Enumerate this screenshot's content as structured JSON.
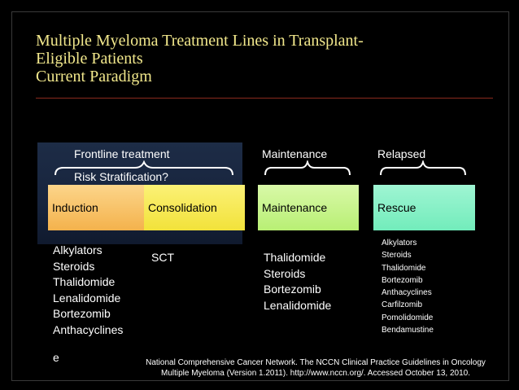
{
  "title": {
    "line1": "Multiple Myeloma Treatment Lines in Transplant-",
    "line2": "Eligible Patients",
    "line3": "Current Paradigm"
  },
  "phases": {
    "frontline": "Frontline treatment",
    "risk": "Risk Stratification?",
    "maintenance": "Maintenance",
    "relapsed": "Relapsed"
  },
  "boxes": {
    "induction": "Induction",
    "consolidation": "Consolidation",
    "maintenance": "Maintenance",
    "rescue": "Rescue"
  },
  "lists": {
    "induction": [
      "Alkylators",
      "Steroids",
      "Thalidomide",
      "Lenalidomide",
      "Bortezomib",
      "Anthacyclines"
    ],
    "induction_extra": "e",
    "consolidation": [
      "SCT"
    ],
    "maintenance": [
      "Thalidomide",
      "Steroids",
      "Bortezomib",
      "Lenalidomide"
    ],
    "rescue": [
      "Alkylators",
      "Steroids",
      "Thalidomide",
      "Bortezomib",
      "Anthacyclines",
      "Carfilzomib",
      "Pomolidomide",
      "Bendamustine"
    ]
  },
  "citation": {
    "line1": "National Comprehensive Cancer Network. The NCCN Clinical Practice Guidelines in Oncology",
    "line2": "Multiple Myeloma (Version 1.2011). http://www.nccn.org/. Accessed October 13, 2010."
  },
  "colors": {
    "title": "#f2e88c",
    "induction": "#f4b24c",
    "consolidation": "#f2e23a",
    "maintenance": "#b8ef74",
    "rescue": "#72ecbb"
  }
}
